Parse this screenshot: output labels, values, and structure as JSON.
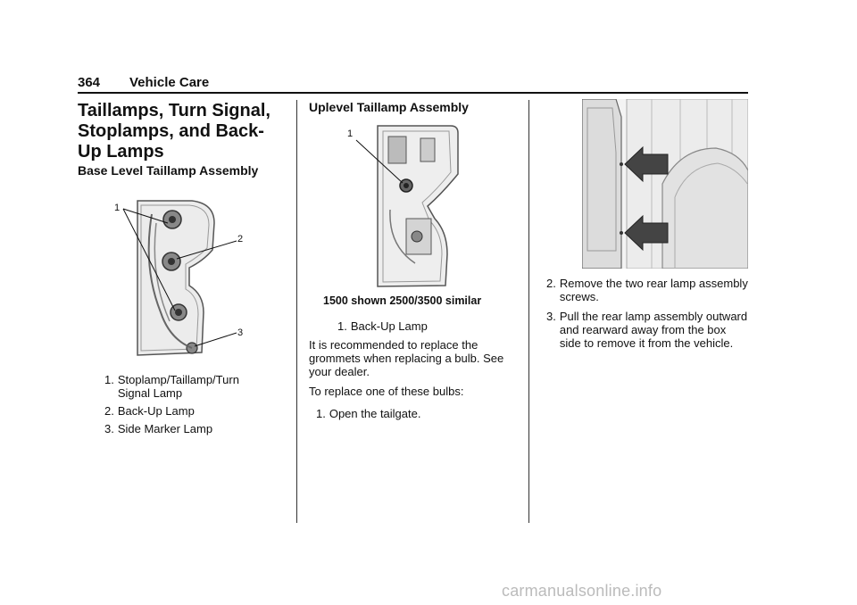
{
  "header": {
    "page_number": "364",
    "section": "Vehicle Care"
  },
  "left": {
    "title": "Taillamps, Turn Signal, Stoplamps, and Back-Up Lamps",
    "subtitle": "Base Level Taillamp Assembly",
    "callouts": [
      "1",
      "2",
      "3"
    ],
    "items": [
      {
        "num": "1.",
        "text": "Stoplamp/Taillamp/Turn Signal Lamp"
      },
      {
        "num": "2.",
        "text": "Back-Up Lamp"
      },
      {
        "num": "3.",
        "text": "Side Marker Lamp"
      }
    ]
  },
  "middle": {
    "subtitle": "Uplevel Taillamp Assembly",
    "callout": "1",
    "caption": "1500 shown 2500/3500 similar",
    "items": [
      {
        "num": "1.",
        "text": "Back-Up Lamp"
      }
    ],
    "para1": "It is recommended to replace the grommets when replacing a bulb. See your dealer.",
    "para2": "To replace one of these bulbs:",
    "steps": [
      {
        "num": "1.",
        "text": "Open the tailgate."
      }
    ]
  },
  "right": {
    "steps": [
      {
        "num": "2.",
        "text": "Remove the two rear lamp assembly screws."
      },
      {
        "num": "3.",
        "text": "Pull the rear lamp assembly outward and rearward away from the box side to remove it from the vehicle."
      }
    ]
  },
  "watermark": "carmanualsonline.info"
}
